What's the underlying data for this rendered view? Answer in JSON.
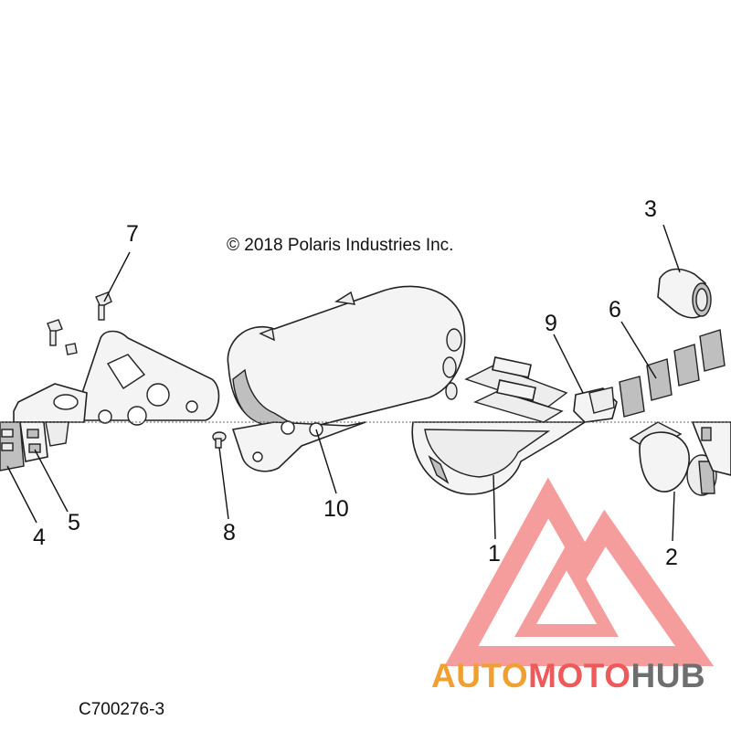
{
  "copyright": "© 2018 Polaris Industries Inc.",
  "figure_id": "C700276-3",
  "callouts": {
    "c1": "1",
    "c2": "2",
    "c3": "3",
    "c4": "4",
    "c5": "5",
    "c6": "6",
    "c7": "7",
    "c8": "8",
    "c9": "9",
    "c10": "10"
  },
  "watermark": {
    "part1": "AUTO",
    "part2": "MOTO",
    "part3": "HUB",
    "color_primary": "#f0a030",
    "color_secondary": "#ee5a5a",
    "color_tertiary": "#6e6e6e",
    "logo_color": "#ef5b5b"
  }
}
